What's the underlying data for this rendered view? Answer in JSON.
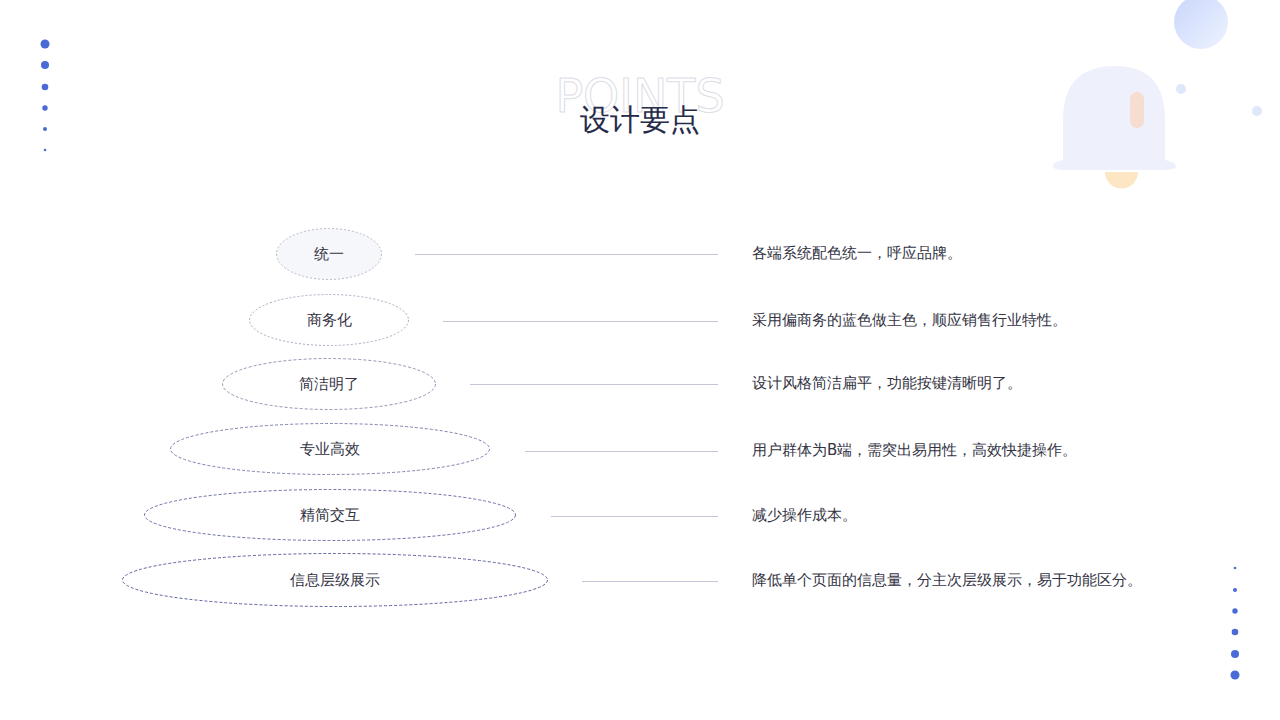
{
  "diagram": {
    "title": "设计要点",
    "nodes": [
      {
        "text": [
          "统一"
        ]
      },
      {
        "text": [
          "商务化"
        ]
      },
      {
        "text": [
          "简洁明了"
        ]
      },
      {
        "text": [
          "专业高效"
        ]
      },
      {
        "text": [
          "精简交互"
        ]
      },
      {
        "text": [
          "信息层级展示"
        ]
      }
    ],
    "labels": [
      "POINTS",
      "各端系统配色统一，呼应品牌。",
      "采用偏商务的蓝色做主色，顺应销售行业特性。",
      "设计风格简洁扁平，功能按键清晰明了。",
      "用户群体为B端，需突出易用性，高效快捷操作。",
      "减少操作成本。",
      "降低单个页面的信息量，分主次层级展示，易于功能区分。"
    ]
  }
}
